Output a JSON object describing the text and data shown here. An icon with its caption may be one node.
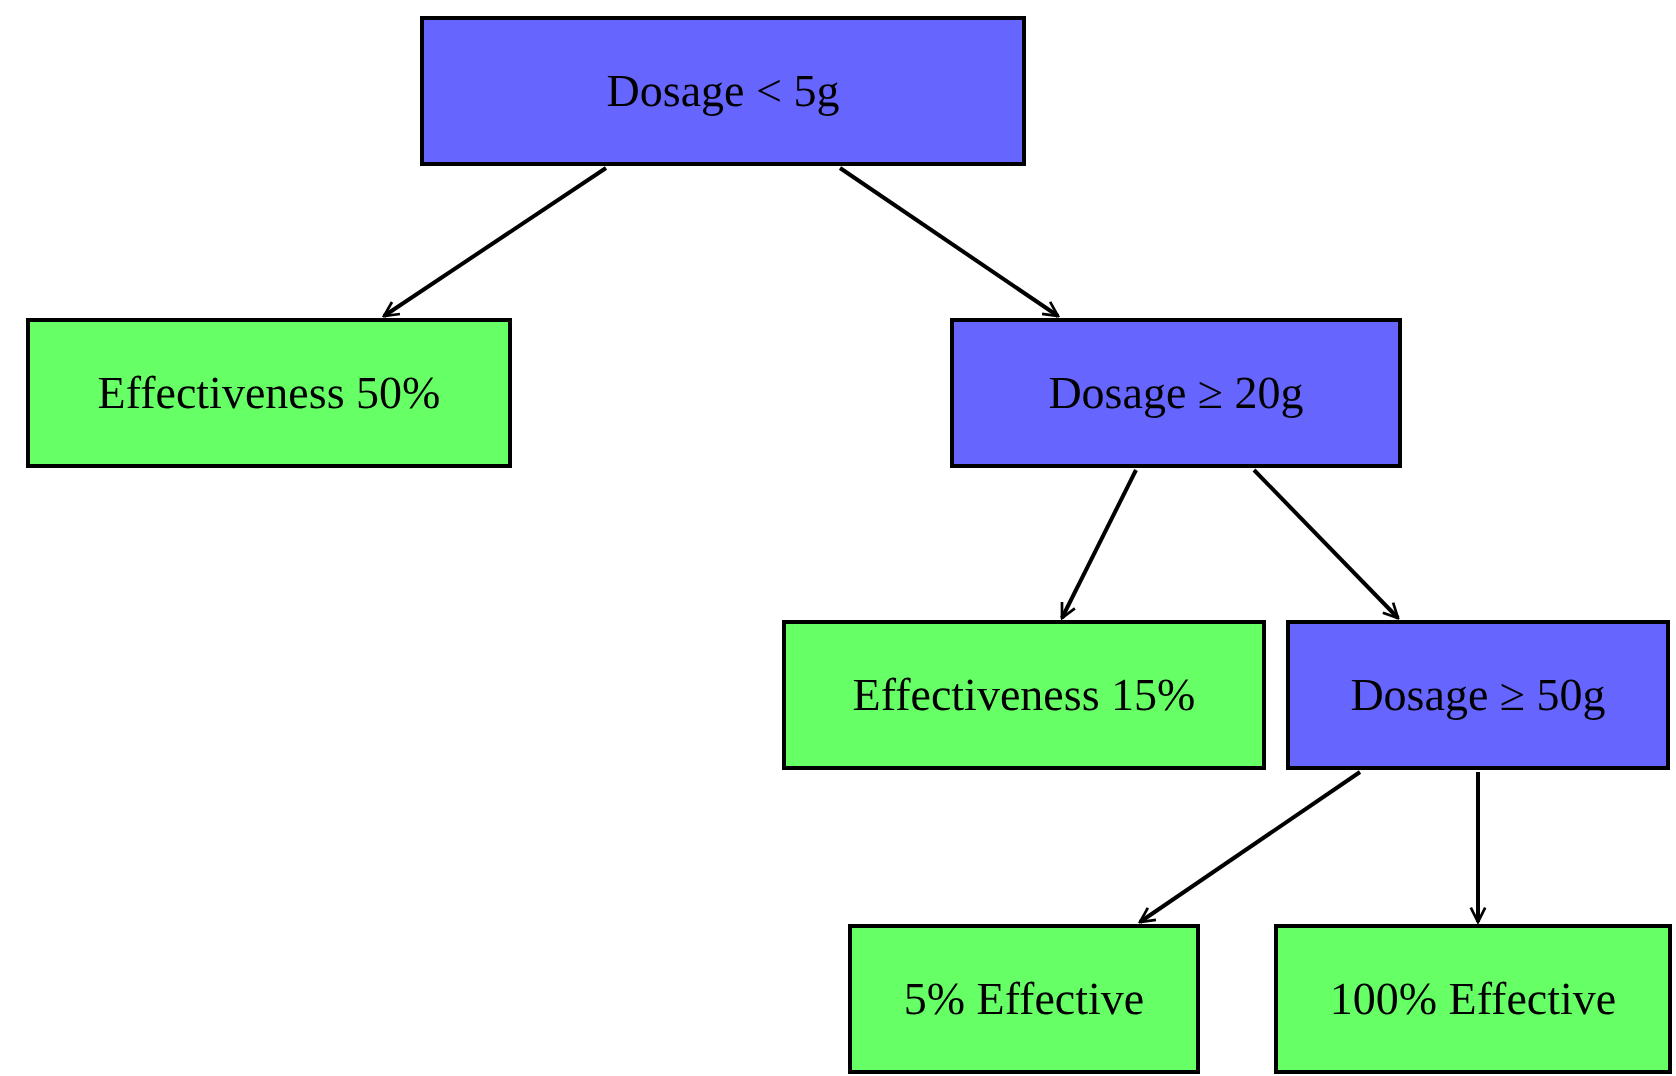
{
  "diagram": {
    "nodes": [
      {
        "text": [
          "Dosage < 5g"
        ]
      },
      {
        "text": [
          "Effectiveness 50%"
        ]
      },
      {
        "text": [
          "Dosage ≥ 20g"
        ]
      },
      {
        "text": [
          "Effectiveness 15%"
        ]
      },
      {
        "text": [
          "Dosage ≥ 50g"
        ]
      },
      {
        "text": [
          "5% Effective"
        ]
      },
      {
        "text": [
          "100% Effective"
        ]
      }
    ],
    "edges": [
      {
        "from": 0,
        "to": 1,
        "arrow": "to"
      },
      {
        "from": 0,
        "to": 2,
        "arrow": "to"
      },
      {
        "from": 2,
        "to": 3,
        "arrow": "to"
      },
      {
        "from": 2,
        "to": 4,
        "arrow": "to"
      },
      {
        "from": 4,
        "to": 5,
        "arrow": "to"
      },
      {
        "from": 4,
        "to": 6,
        "arrow": "to"
      }
    ]
  }
}
